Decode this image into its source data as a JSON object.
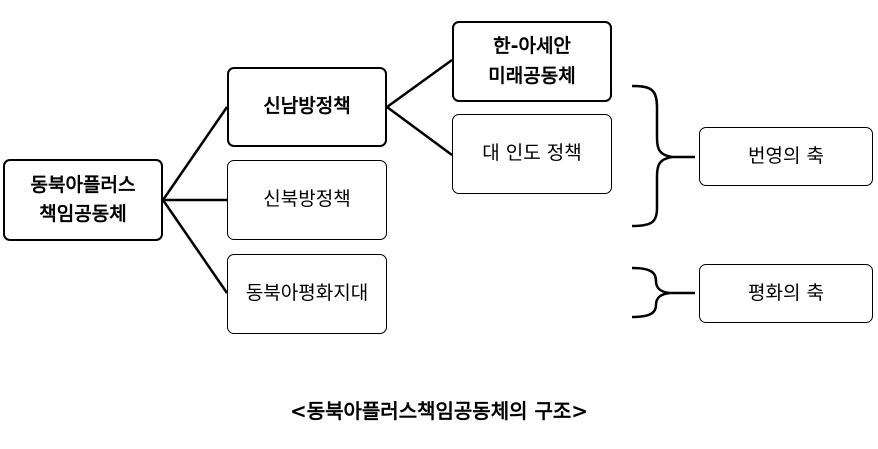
{
  "root": {
    "line1": "동북아플러스",
    "line2": "책임공동체"
  },
  "pillars": [
    {
      "label": "신남방정책"
    },
    {
      "label": "신북방정책"
    },
    {
      "label": "동북아평화지대"
    }
  ],
  "sub_policies": [
    {
      "line1": "한-아세안",
      "line2": "미래공동체"
    },
    {
      "label": "대 인도 정책"
    }
  ],
  "axes": [
    {
      "label": "번영의 축"
    },
    {
      "label": "평화의 축"
    }
  ],
  "caption": "<동북아플러스책임공동체의 구조>"
}
